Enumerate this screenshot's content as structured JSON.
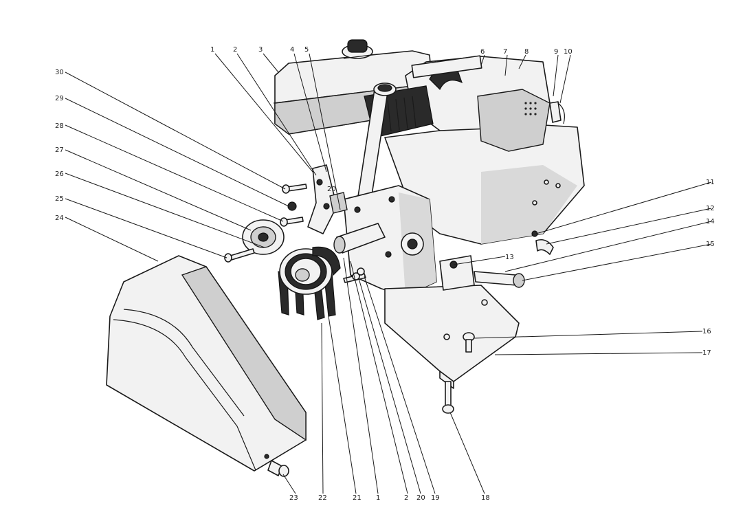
{
  "diagram": {
    "callouts": [
      {
        "id": "c1a",
        "text": "1"
      },
      {
        "id": "c2a",
        "text": "2"
      },
      {
        "id": "c3",
        "text": "3"
      },
      {
        "id": "c4",
        "text": "4"
      },
      {
        "id": "c5",
        "text": "5"
      },
      {
        "id": "c6",
        "text": "6"
      },
      {
        "id": "c7",
        "text": "7"
      },
      {
        "id": "c8",
        "text": "8"
      },
      {
        "id": "c9",
        "text": "9"
      },
      {
        "id": "c10",
        "text": "10"
      },
      {
        "id": "c11",
        "text": "11"
      },
      {
        "id": "c12",
        "text": "12"
      },
      {
        "id": "c13",
        "text": "13"
      },
      {
        "id": "c14",
        "text": "14"
      },
      {
        "id": "c15",
        "text": "15"
      },
      {
        "id": "c16",
        "text": "16"
      },
      {
        "id": "c17",
        "text": "17"
      },
      {
        "id": "c18",
        "text": "18"
      },
      {
        "id": "c19",
        "text": "19"
      },
      {
        "id": "c20a",
        "text": "20"
      },
      {
        "id": "c20b",
        "text": "20"
      },
      {
        "id": "c21",
        "text": "21"
      },
      {
        "id": "c22",
        "text": "22"
      },
      {
        "id": "c23",
        "text": "23"
      },
      {
        "id": "c24",
        "text": "24"
      },
      {
        "id": "c25",
        "text": "25"
      },
      {
        "id": "c26",
        "text": "26"
      },
      {
        "id": "c27",
        "text": "27"
      },
      {
        "id": "c28",
        "text": "28"
      },
      {
        "id": "c29",
        "text": "29"
      },
      {
        "id": "c30",
        "text": "30"
      },
      {
        "id": "c1b",
        "text": "1"
      },
      {
        "id": "c2b",
        "text": "2"
      }
    ]
  }
}
